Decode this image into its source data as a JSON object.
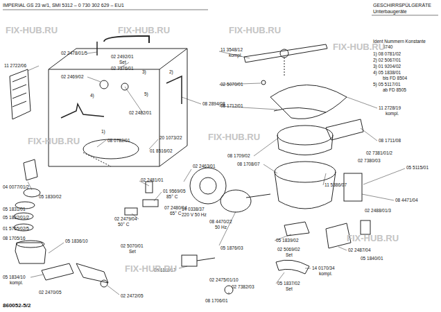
{
  "diagram": {
    "labels": [
      "IMPERIAL GS 23 w/1, SMI 5312 – 0 730 302 629 – EU1",
      "GESCHIRRSPÜLGERÄTE",
      "Unterbaugeräte",
      "Ident Nummern Konstante",
      "3740",
      "1) 08 0781/02",
      "2) 02 5067/01",
      "3) 01 9204/02",
      "4) 05 1838/01",
      "bis FD 8504",
      "5) 05 5117/01",
      "ab FD 8505",
      "02 2478/01/5",
      "02 2492/01",
      "Set",
      "02 7376/01",
      "11 2722/06",
      "02 2469/02",
      "3)",
      "4)",
      "2)",
      "5)",
      "1)",
      "08 2894/08",
      "02 2482/01",
      "08 0782/01",
      "20 1073/22",
      "01 8516/02",
      "02 2463/01",
      "02 2481/01",
      "01 9569/05",
      "85° C",
      "04 0077/01/2",
      "05 1830/02",
      "05 1831/01",
      "05 1832/01/2",
      "07 2480/04",
      "65° C",
      "02 2479/04",
      "50° C",
      "01 5765/02/5",
      "08 1705/16",
      "05 1836/10",
      "02 5070/01",
      "Set",
      "05 1834/10",
      "kompl.",
      "02 2470/05",
      "02 2472/05",
      "05 1118/17",
      "02 2475/01/10",
      "02 7382/03",
      "08 1706/01",
      "11 3548/12",
      "kompl.",
      "02 5070/01",
      "11 2728/19",
      "kompl.",
      "08 1712/01",
      "08 1711/08",
      "02 7381/01/2",
      "08 1709/02",
      "08 1708/07",
      "05 5115/01",
      "14 0338/37",
      "220 V 50 Hz",
      "08 4470/22",
      "50 Hz",
      "11 5386/07",
      "08 4471/04",
      "02 7380/03",
      "02 2488/01/3",
      "05 1876/03",
      "05 1839/02",
      "02 5069/02",
      "Set",
      "02 2487/04",
      "05 1840/01",
      "14 0170/34",
      "kompl.",
      "05 1837/02",
      "Set",
      "860052-5/2",
      "FIX-HUB.RU",
      "FIX-HUB.RU",
      "FIX-HUB.RU",
      "FIX-HUB.RU",
      "FIX-HUB.RU",
      "FIX-HUB.RU",
      "FIX-HUB.RU",
      "FIX-HUB.RU"
    ]
  }
}
